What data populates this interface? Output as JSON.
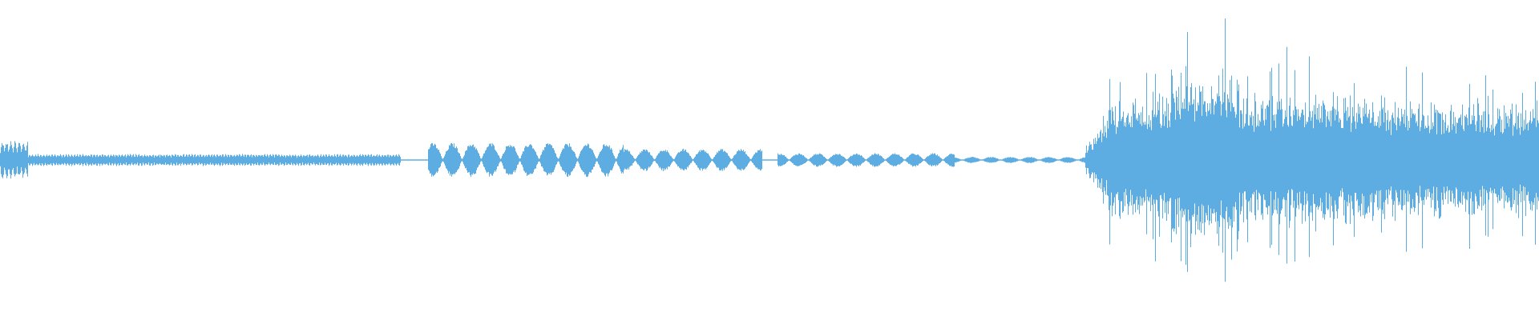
{
  "waveform": {
    "color": "#5dade2",
    "background": "#ffffff",
    "segments": [
      {
        "from": 0.0,
        "to": 0.018,
        "level": 0.11,
        "style": "burst"
      },
      {
        "from": 0.018,
        "to": 0.26,
        "level": 0.035,
        "style": "dense-low"
      },
      {
        "from": 0.26,
        "to": 0.278,
        "level": 0.005,
        "style": "quiet"
      },
      {
        "from": 0.278,
        "to": 0.405,
        "level": 0.1,
        "style": "pulses"
      },
      {
        "from": 0.405,
        "to": 0.495,
        "level": 0.065,
        "style": "pulses"
      },
      {
        "from": 0.495,
        "to": 0.505,
        "level": 0.004,
        "style": "quiet"
      },
      {
        "from": 0.505,
        "to": 0.62,
        "level": 0.04,
        "style": "pulses"
      },
      {
        "from": 0.62,
        "to": 0.705,
        "level": 0.018,
        "style": "pulses"
      },
      {
        "from": 0.705,
        "to": 0.72,
        "level": 0.4,
        "style": "loud-rise"
      },
      {
        "from": 0.72,
        "to": 0.76,
        "level": 0.55,
        "style": "loud"
      },
      {
        "from": 0.76,
        "to": 0.805,
        "level": 0.78,
        "style": "loud"
      },
      {
        "from": 0.805,
        "to": 0.9,
        "level": 0.58,
        "style": "loud"
      },
      {
        "from": 0.9,
        "to": 1.0,
        "level": 0.52,
        "style": "loud"
      }
    ]
  }
}
